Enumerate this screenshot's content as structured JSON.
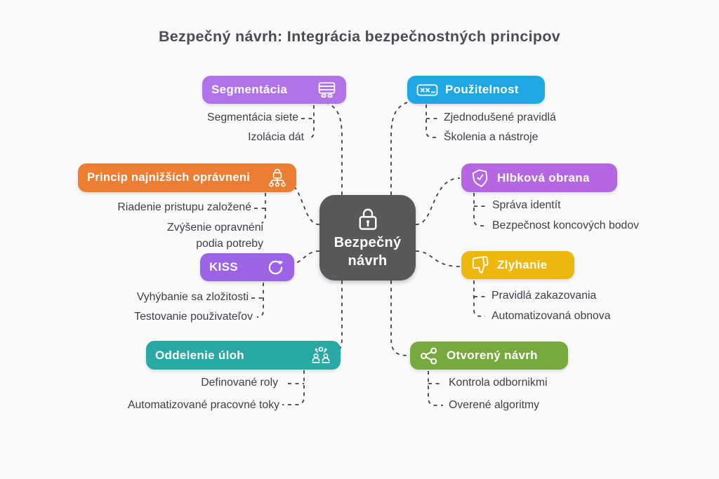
{
  "title": "Bezpečný návrh: Integrácia bezpečnostných principov",
  "center": {
    "label": "Bezpečný návrh",
    "icon": "lock-icon",
    "color": "#58595b"
  },
  "branches": {
    "segmentacia": {
      "label": "Segmentácia",
      "icon": "server-stack-icon",
      "color": "#b273e8",
      "side": "left",
      "children": [
        "Segmentácia siete",
        "Izolácia dát"
      ]
    },
    "princip": {
      "label": "Princip najnižších oprávneni",
      "icon": "lock-network-icon",
      "color": "#ec7e33",
      "side": "left",
      "children": [
        "Riadenie pristupu založené",
        "Zvýšenie opravnéni podia potreby"
      ]
    },
    "kiss": {
      "label": "KISS",
      "icon": "refresh-icon",
      "color": "#9c63e7",
      "side": "left",
      "children": [
        "Vyhýbanie sa zložitosti",
        "Testovanie použivateľov"
      ]
    },
    "oddelenie": {
      "label": "Oddelenie úloh",
      "icon": "people-roles-icon",
      "color": "#2aa8a3",
      "side": "left",
      "children": [
        "Definované roly",
        "Automatizované pracovné toky"
      ]
    },
    "pouzitelnost": {
      "label": "Použitelnost",
      "icon": "password-field-icon",
      "color": "#1fa7e4",
      "side": "right",
      "children": [
        "Zjednodušené pravidlá",
        "Školenia a nástroje"
      ]
    },
    "hlbkova": {
      "label": "Hlbková obrana",
      "icon": "shield-check-icon",
      "color": "#b566e1",
      "side": "right",
      "children": [
        "Správa identít",
        "Bezpečnost koncových bodov"
      ]
    },
    "zlyhanie": {
      "label": "Zlyhanie",
      "icon": "thumbs-down-icon",
      "color": "#edb70e",
      "side": "right",
      "children": [
        "Pravidlá zakazovania",
        "Automatizovaná obnova"
      ]
    },
    "otvoreny": {
      "label": "Otvorený návrh",
      "icon": "share-nodes-icon",
      "color": "#78a93e",
      "side": "right",
      "children": [
        "Kontrola odbornikmi",
        "Overené algoritmy"
      ]
    }
  },
  "styles": {
    "background": "#fafafa",
    "connector_color": "#3f3f46",
    "title_color": "#4b4c54",
    "child_text_color": "#3e3f46"
  }
}
